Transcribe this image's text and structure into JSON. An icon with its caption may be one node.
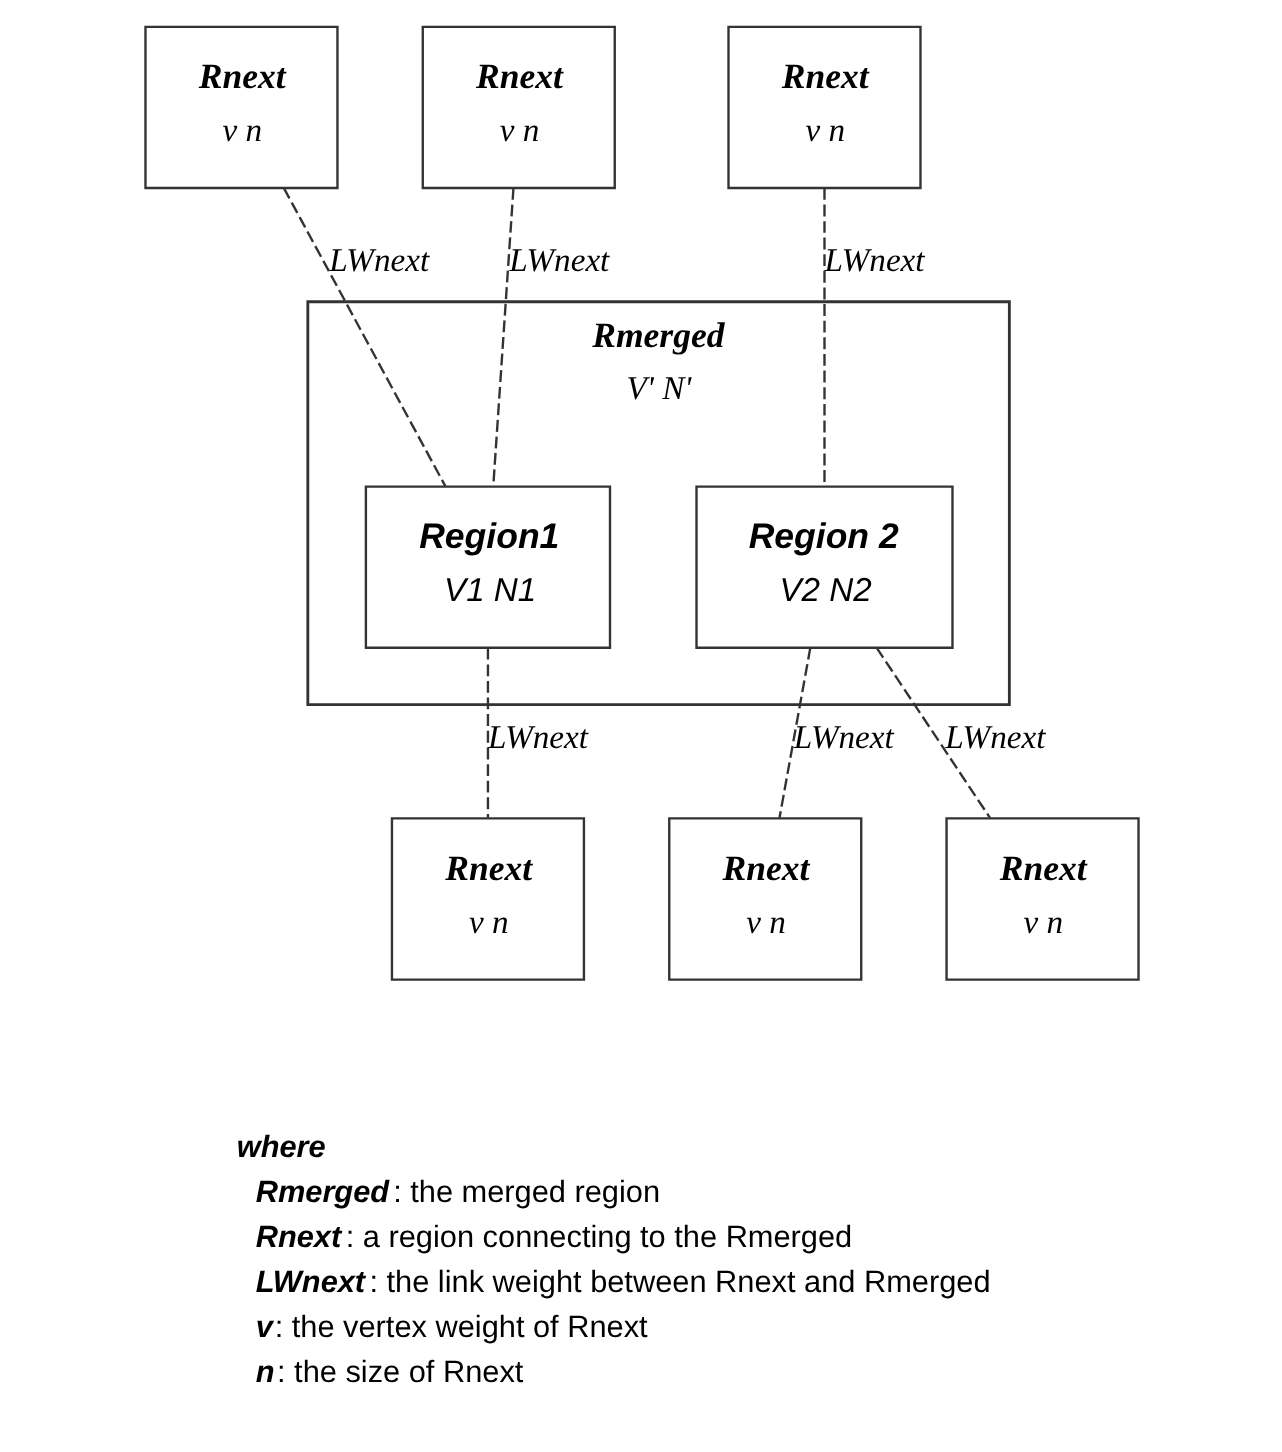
{
  "diagram": {
    "nodes": [
      {
        "text": [
          "Rmerged",
          "V' N'"
        ]
      },
      {
        "text": [
          "Region1",
          "V1 N1"
        ],
        "in": 0
      },
      {
        "text": [
          "Region 2",
          "V2 N2"
        ],
        "in": 0
      },
      {
        "text": [
          "Rnext",
          "v n"
        ]
      },
      {
        "text": [
          "Rnext",
          "v n"
        ]
      },
      {
        "text": [
          "Rnext",
          "v n"
        ]
      },
      {
        "text": [
          "Rnext",
          "v n"
        ]
      },
      {
        "text": [
          "Rnext",
          "v n"
        ]
      },
      {
        "text": [
          "Rnext",
          "v n"
        ]
      }
    ],
    "edges": [
      {
        "from": 3,
        "to": 1,
        "arrow": "none",
        "style": "dashed",
        "label": "LWnext"
      },
      {
        "from": 4,
        "to": 2,
        "arrow": "none",
        "style": "dashed",
        "label": "LWnext"
      },
      {
        "from": 5,
        "to": 1,
        "arrow": "none",
        "style": "dashed",
        "label": "LWnext"
      },
      {
        "from": 2,
        "to": 6,
        "arrow": "none",
        "style": "dashed",
        "label": "LWnext"
      },
      {
        "from": 1,
        "to": 7,
        "arrow": "none",
        "style": "dashed",
        "label": "LWnext"
      },
      {
        "from": 2,
        "to": 8,
        "arrow": "none",
        "style": "dashed",
        "label": "LWnext"
      }
    ],
    "labels": [
      "where",
      "**Rmerged**: the merged region",
      "**Rnext**: a region connecting to the Rmerged",
      "**LWnext**: the link weight between Rnext and Rmerged",
      "**v**: the vertex weight of Rnext",
      "**n**: the size of Rnext"
    ]
  }
}
